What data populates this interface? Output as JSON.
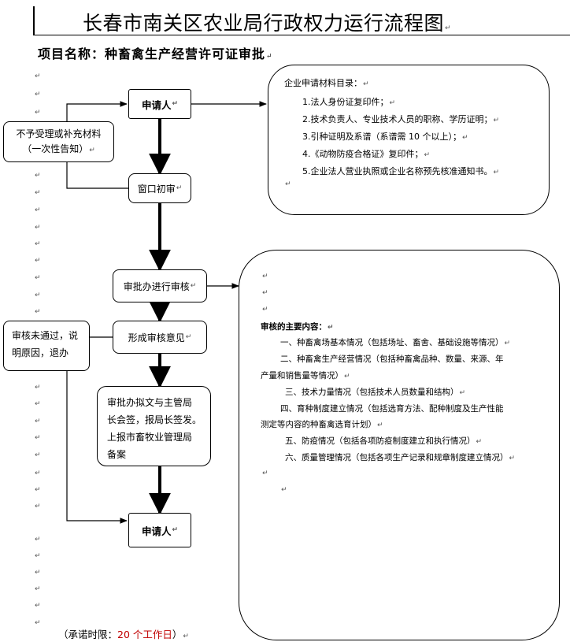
{
  "header": {
    "title": "长春市南关区农业局行政权力运行流程图",
    "project_label": "项目名称：",
    "project_name": "种畜禽生产经营许可证审批"
  },
  "flow": {
    "applicant_top": "申请人",
    "window_check": "窗口初审",
    "office_review": "审批办进行审核",
    "form_opinion": "形成审核意见",
    "office_submit": [
      "审批办拟文与主管局",
      "长会签，报局长签发。",
      "上报市畜牧业管理局",
      "备案"
    ],
    "applicant_bottom": "申请人",
    "reject_supplement": [
      "不予受理或补充材料",
      "（一次性告知）"
    ],
    "reject_review": [
      "审核未通过，说",
      "明原因，退办"
    ]
  },
  "materials": {
    "heading": "企业申请材料目录：",
    "items": [
      "1.法人身份证复印件；",
      "2.技术负责人、专业技术人员的职称、学历证明；",
      "3.引种证明及系谱（系谱需 10 个以上）；",
      "4.《动物防疫合格证》复印件；",
      "5.企业法人营业执照或企业名称预先核准通知书。"
    ]
  },
  "review": {
    "heading": "审核的主要内容：",
    "items": [
      "一、种畜禽场基本情况（包括场址、畜舍、基础设施等情况）",
      "二、种畜禽生产经营情况（包括种畜禽品种、数量、来源、年",
      "产量和销售量等情况）",
      "三、技术力量情况（包括技术人员数量和结构）",
      "四、育种制度建立情况（包括选育方法、配种制度及生产性能",
      "测定等内容的种畜禽选育计划）",
      "五、防疫情况（包括各项防疫制度建立和执行情况）",
      "六、质量管理情况（包括各项生产记录和规章制度建立情况）"
    ]
  },
  "footer": {
    "prefix": "（承诺时限：",
    "limit": "20 个工作日",
    "suffix": "）"
  },
  "marks": {
    "paragraph": "↵"
  },
  "colors": {
    "line": "#000000",
    "accent": "#c00000",
    "mark": "#555555"
  }
}
